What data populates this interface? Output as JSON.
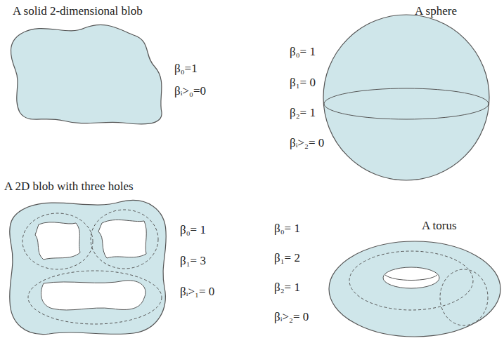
{
  "diagram": {
    "labels": [
      "A solid 2-dimensional blob",
      "β₀=1",
      "βᵢ>₀=0",
      "A sphere",
      "β₀= 1",
      "β₁= 0",
      "β₂= 1",
      "βᵢ>₂= 0",
      "A 2D blob with three holes",
      "β₀= 1",
      "β₁= 3",
      "βᵢ>₁= 0",
      "β₀= 1",
      "β₁= 2",
      "A torus",
      "β₂= 1",
      "βᵢ>₂= 0"
    ]
  }
}
